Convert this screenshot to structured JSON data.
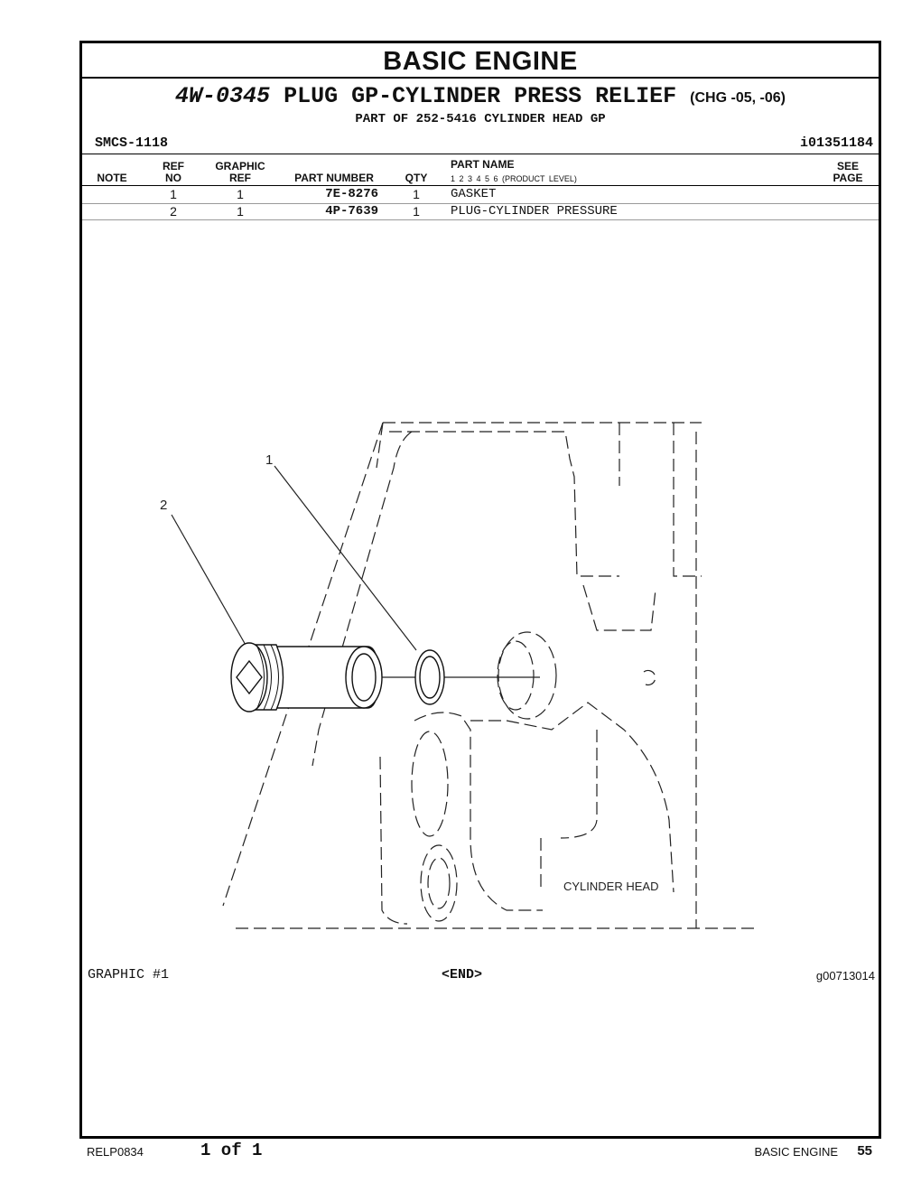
{
  "section_title": "BASIC ENGINE",
  "heading": {
    "part_number": "4W-0345",
    "name": "PLUG GP-CYLINDER PRESS RELIEF",
    "change": "(CHG -05, -06)",
    "part_of": "PART OF 252-5416 CYLINDER HEAD GP"
  },
  "smcs": "SMCS-1118",
  "ident": "i01351184",
  "columns": {
    "note": "NOTE",
    "ref_no_1": "REF",
    "ref_no_2": "NO",
    "graphic_ref_1": "GRAPHIC",
    "graphic_ref_2": "REF",
    "part_number": "PART NUMBER",
    "qty": "QTY",
    "part_name": "PART NAME",
    "product_levels": "1   2   3   4   5   6   (PRODUCT LEVEL)",
    "see_page_1": "SEE",
    "see_page_2": "PAGE"
  },
  "rows": [
    {
      "note": "",
      "ref_no": "1",
      "graphic_ref": "1",
      "part_number": "7E-8276",
      "qty": "1",
      "part_name": "GASKET",
      "see_page": ""
    },
    {
      "note": "",
      "ref_no": "2",
      "graphic_ref": "1",
      "part_number": "4P-7639",
      "qty": "1",
      "part_name": "PLUG-CYLINDER PRESSURE",
      "see_page": ""
    }
  ],
  "graphic": {
    "callout_1": "1",
    "callout_2": "2",
    "component_label": "CYLINDER HEAD",
    "caption": "GRAPHIC #1",
    "end": "<END>",
    "graphic_id": "g00713014"
  },
  "footer": {
    "doc_id": "RELP0834",
    "pages": "1 of 1",
    "section": "BASIC ENGINE",
    "page_number": "55"
  }
}
